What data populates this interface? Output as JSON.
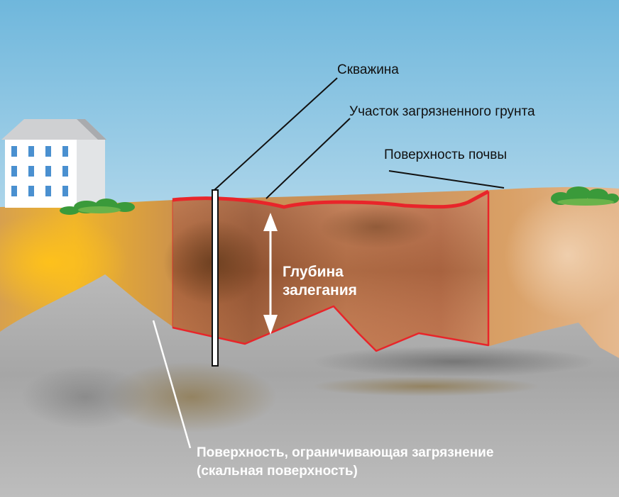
{
  "labels": {
    "borehole": "Скважина",
    "contaminated_area": "Участок загрязненного грунта",
    "soil_surface": "Поверхность почвы",
    "depth_line1": "Глубина",
    "depth_line2": "залегания",
    "bedrock_line1": "Поверхность, ограничивающая загрязнение",
    "bedrock_line2": "(скальная поверхность)"
  },
  "colors": {
    "contamination_outline": "#e8252a",
    "sky_top": "#6fb7dc",
    "soil": "#d29c5d",
    "rock": "#a9aaab",
    "vegetation": "#3a9a3a",
    "windows": "#4a90d0"
  },
  "icons": {
    "house": "building-icon",
    "vegetation": "bush-icon",
    "borehole": "borehole-pipe",
    "depth": "double-arrow-icon"
  }
}
